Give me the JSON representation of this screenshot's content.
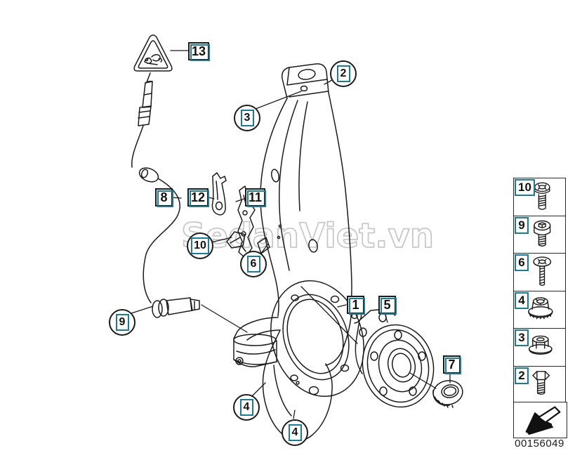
{
  "watermark": {
    "text": "SedanViet.vn",
    "color": "#c8c8c8"
  },
  "footer": {
    "part_number": "00156049"
  },
  "colors": {
    "line": "#1b1b1b",
    "accent_teal": "#1e7a93",
    "watermark_gray": "#c8c8c8"
  },
  "callouts": [
    {
      "label": "13",
      "shape": "box",
      "target": "warning-triangle-label"
    },
    {
      "label": "2",
      "shape": "circle",
      "target": "knuckle-top-clamp"
    },
    {
      "label": "3",
      "shape": "circle",
      "target": "clamp-bolt-hole"
    },
    {
      "label": "8",
      "shape": "box",
      "target": "abs-sensor-cable"
    },
    {
      "label": "12",
      "shape": "box",
      "target": "holder-bracket"
    },
    {
      "label": "11",
      "shape": "box",
      "target": "cable-bracket"
    },
    {
      "label": "10",
      "shape": "circle",
      "target": "clip"
    },
    {
      "label": "6",
      "shape": "circle",
      "target": "bracket-screw-point"
    },
    {
      "label": "9",
      "shape": "circle",
      "target": "abs-sensor-head"
    },
    {
      "label": "1",
      "shape": "box",
      "target": "steering-knuckle"
    },
    {
      "label": "5",
      "shape": "box",
      "target": "wheel-hub-bearing"
    },
    {
      "label": "7",
      "shape": "box",
      "target": "axle-collar-nut"
    },
    {
      "label": "4",
      "shape": "circle",
      "target": "knuckle-lower-point-a"
    },
    {
      "label": "4",
      "shape": "circle",
      "target": "knuckle-lower-point-b"
    }
  ],
  "sidebar": {
    "items": [
      {
        "label": "10",
        "icon": "torx-head-bolt-icon"
      },
      {
        "label": "9",
        "icon": "hex-socket-bolt-icon"
      },
      {
        "label": "6",
        "icon": "torx-flange-screw-icon"
      },
      {
        "label": "4",
        "icon": "serrated-lock-nut-icon"
      },
      {
        "label": "3",
        "icon": "flange-nut-icon"
      },
      {
        "label": "2",
        "icon": "hex-bolt-icon"
      }
    ],
    "arrow_icon": "direction-arrow-icon"
  }
}
